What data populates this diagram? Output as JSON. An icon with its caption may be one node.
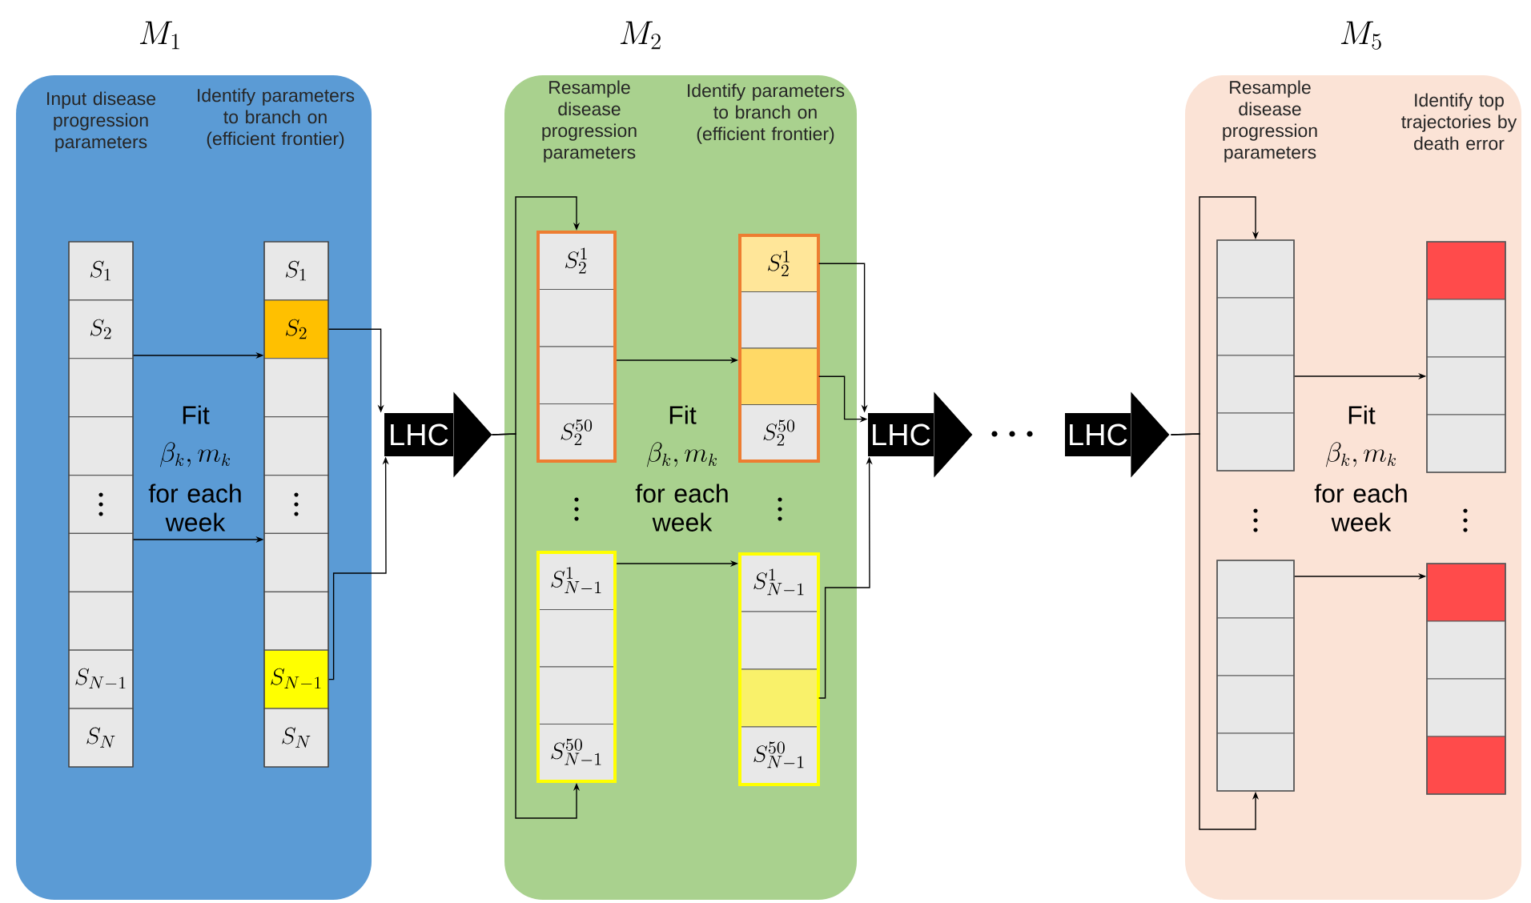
{
  "diagram": {
    "nodes": [
      {
        "text": [
          "M_1",
          "Input disease progression parameters",
          "Identify parameters to branch on (efficient frontier)"
        ]
      },
      {
        "text": [],
        "shape": "box",
        "in": 0
      },
      {
        "text": [
          "S_1"
        ],
        "in": 1
      },
      {
        "text": [
          "S_2"
        ],
        "in": 1
      },
      {
        "text": [],
        "shape": "box",
        "in": 1
      },
      {
        "text": [],
        "shape": "box",
        "in": 1
      },
      {
        "text": [],
        "shape": "box",
        "in": 1
      },
      {
        "text": [],
        "shape": "box",
        "in": 1
      },
      {
        "text": [],
        "shape": "box",
        "in": 1
      },
      {
        "text": [
          "S_{N-1}"
        ],
        "in": 1
      },
      {
        "text": [
          "S_N"
        ],
        "in": 1
      },
      {
        "text": [],
        "shape": "box",
        "in": 0
      },
      {
        "text": [
          "S_1"
        ],
        "in": 11
      },
      {
        "text": [
          "S_2"
        ],
        "in": 11
      },
      {
        "text": [],
        "shape": "box",
        "in": 11
      },
      {
        "text": [],
        "shape": "box",
        "in": 11
      },
      {
        "text": [],
        "shape": "box",
        "in": 11
      },
      {
        "text": [],
        "shape": "box",
        "in": 11
      },
      {
        "text": [],
        "shape": "box",
        "in": 11
      },
      {
        "text": [
          "S_{N-1}"
        ],
        "in": 11
      },
      {
        "text": [
          "S_N"
        ],
        "in": 11
      },
      {
        "text": [
          "LHC"
        ]
      },
      {
        "text": [
          "M_2",
          "Resample disease progression parameters",
          "Identify parameters to branch on (efficient frontier)"
        ]
      },
      {
        "text": [],
        "shape": "box",
        "in": 22
      },
      {
        "text": [
          "S_2^1"
        ],
        "in": 23
      },
      {
        "text": [],
        "shape": "box",
        "in": 23
      },
      {
        "text": [],
        "shape": "box",
        "in": 23
      },
      {
        "text": [
          "S_2^{50}"
        ],
        "in": 23
      },
      {
        "text": [],
        "shape": "box",
        "in": 22
      },
      {
        "text": [
          "S_{N-1}^1"
        ],
        "in": 28
      },
      {
        "text": [],
        "shape": "box",
        "in": 28
      },
      {
        "text": [],
        "shape": "box",
        "in": 28
      },
      {
        "text": [
          "S_{N-1}^{50}"
        ],
        "in": 28
      },
      {
        "text": [],
        "shape": "box",
        "in": 22
      },
      {
        "text": [
          "S_2^1"
        ],
        "in": 33
      },
      {
        "text": [],
        "shape": "box",
        "in": 33
      },
      {
        "text": [],
        "shape": "box",
        "in": 33
      },
      {
        "text": [
          "S_2^{50}"
        ],
        "in": 33
      },
      {
        "text": [],
        "shape": "box",
        "in": 22
      },
      {
        "text": [
          "S_{N-1}^1"
        ],
        "in": 38
      },
      {
        "text": [],
        "shape": "box",
        "in": 38
      },
      {
        "text": [],
        "shape": "box",
        "in": 38
      },
      {
        "text": [
          "S_{N-1}^{50}"
        ],
        "in": 38
      },
      {
        "text": [
          "LHC"
        ]
      },
      {
        "text": [
          "LHC"
        ]
      },
      {
        "text": [
          "M_5",
          "Resample disease progression parameters",
          "Identify top trajectories by death error"
        ]
      },
      {
        "text": [],
        "shape": "box",
        "in": 45
      },
      {
        "text": [],
        "shape": "box",
        "in": 46
      },
      {
        "text": [],
        "shape": "box",
        "in": 46
      },
      {
        "text": [],
        "shape": "box",
        "in": 46
      },
      {
        "text": [],
        "shape": "box",
        "in": 46
      },
      {
        "text": [],
        "shape": "box",
        "in": 45
      },
      {
        "text": [],
        "shape": "box",
        "in": 51
      },
      {
        "text": [],
        "shape": "box",
        "in": 51
      },
      {
        "text": [],
        "shape": "box",
        "in": 51
      },
      {
        "text": [],
        "shape": "box",
        "in": 51
      },
      {
        "text": [],
        "shape": "box",
        "in": 45
      },
      {
        "text": [],
        "shape": "box",
        "in": 56
      },
      {
        "text": [],
        "shape": "box",
        "in": 56
      },
      {
        "text": [],
        "shape": "box",
        "in": 56
      },
      {
        "text": [],
        "shape": "box",
        "in": 56
      },
      {
        "text": [],
        "shape": "box",
        "in": 45
      },
      {
        "text": [],
        "shape": "box",
        "in": 61
      },
      {
        "text": [],
        "shape": "box",
        "in": 61
      },
      {
        "text": [],
        "shape": "box",
        "in": 61
      },
      {
        "text": [],
        "shape": "box",
        "in": 61
      }
    ],
    "edges": [
      {
        "from": 13,
        "to": 21,
        "arrow": "to"
      },
      {
        "from": 19,
        "to": 21,
        "arrow": "to"
      },
      {
        "from": 21,
        "to": 23,
        "arrow": "to"
      },
      {
        "from": 21,
        "to": 28,
        "arrow": "to"
      },
      {
        "from": 34,
        "to": 43,
        "arrow": "to"
      },
      {
        "from": 36,
        "to": 43,
        "arrow": "to"
      },
      {
        "from": 41,
        "to": 43,
        "arrow": "to"
      },
      {
        "from": 44,
        "to": 46,
        "arrow": "to"
      },
      {
        "from": 44,
        "to": 51,
        "arrow": "to"
      },
      {
        "from": 1,
        "to": 11,
        "arrow": "to"
      },
      {
        "from": 1,
        "to": 11,
        "arrow": "to"
      },
      {
        "from": 23,
        "to": 33,
        "arrow": "to"
      },
      {
        "from": 28,
        "to": 38,
        "arrow": "to"
      },
      {
        "from": 46,
        "to": 56,
        "arrow": "to"
      },
      {
        "from": 51,
        "to": 61,
        "arrow": "to"
      }
    ],
    "labels": [
      "Fit",
      "\\beta_k,m_k",
      "for each week",
      "Fit",
      "\\beta_k,m_k",
      "for each week",
      "Fit",
      "\\beta_k,m_k",
      "for each week"
    ]
  }
}
